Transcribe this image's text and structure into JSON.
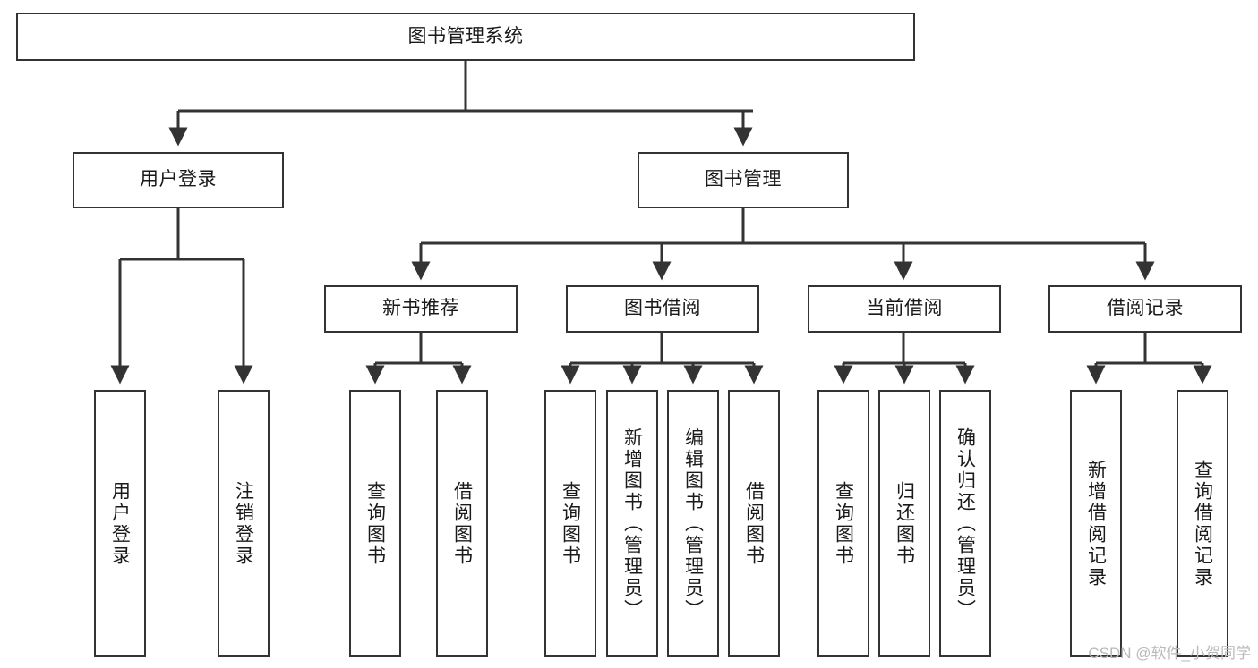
{
  "diagram": {
    "title": "图书管理系统",
    "type": "tree-hierarchy-diagram",
    "watermark": "CSDN @软件_小贺同学",
    "colors": {
      "node_border": "#333333",
      "node_fill": "#ffffff",
      "edge": "#333333",
      "text": "#1a1a1a",
      "watermark": "#b9b9b9",
      "background": "#ffffff"
    }
  },
  "nodes": {
    "root": {
      "label": "图书管理系统",
      "orientation": "horizontal"
    },
    "level2": [
      {
        "id": "user-login",
        "label": "用户登录",
        "orientation": "horizontal"
      },
      {
        "id": "book-management",
        "label": "图书管理",
        "orientation": "horizontal"
      }
    ],
    "level3": [
      {
        "id": "new-book-recommend",
        "label": "新书推荐",
        "orientation": "horizontal"
      },
      {
        "id": "book-borrow",
        "label": "图书借阅",
        "orientation": "horizontal"
      },
      {
        "id": "current-borrow",
        "label": "当前借阅",
        "orientation": "horizontal"
      },
      {
        "id": "borrow-record",
        "label": "借阅记录",
        "orientation": "horizontal"
      }
    ],
    "leaves": {
      "user-login": [
        {
          "id": "leaf-user-login",
          "label": "用户登录",
          "orientation": "vertical"
        },
        {
          "id": "leaf-logout-login",
          "label": "注销登录",
          "orientation": "vertical"
        }
      ],
      "new-book-recommend": [
        {
          "id": "leaf-query-book-1",
          "label": "查询图书",
          "orientation": "vertical"
        },
        {
          "id": "leaf-borrow-book-1",
          "label": "借阅图书",
          "orientation": "vertical"
        }
      ],
      "book-borrow": [
        {
          "id": "leaf-query-book-2",
          "label": "查询图书",
          "orientation": "vertical"
        },
        {
          "id": "leaf-add-book",
          "label": "新增图书（管理员）",
          "orientation": "vertical"
        },
        {
          "id": "leaf-edit-book",
          "label": "编辑图书（管理员）",
          "orientation": "vertical"
        },
        {
          "id": "leaf-borrow-book-2",
          "label": "借阅图书",
          "orientation": "vertical"
        }
      ],
      "current-borrow": [
        {
          "id": "leaf-query-book-3",
          "label": "查询图书",
          "orientation": "vertical"
        },
        {
          "id": "leaf-return-book",
          "label": "归还图书",
          "orientation": "vertical"
        },
        {
          "id": "leaf-confirm-return",
          "label": "确认归还（管理员）",
          "orientation": "vertical"
        }
      ],
      "borrow-record": [
        {
          "id": "leaf-add-borrow-record",
          "label": "新增借阅记录",
          "orientation": "vertical"
        },
        {
          "id": "leaf-query-borrow-record",
          "label": "查询借阅记录",
          "orientation": "vertical"
        }
      ]
    }
  }
}
